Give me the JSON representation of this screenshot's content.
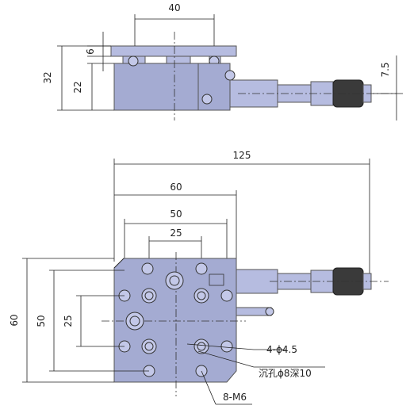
{
  "dimensions": {
    "top_width": "40",
    "plate_thickness": "6",
    "total_height": "32",
    "body_height": "22",
    "micrometer_offset": "7.5",
    "overall_length": "125",
    "base_width": "60",
    "hole_spacing_outer": "50",
    "hole_spacing_inner": "25",
    "base_depth": "60",
    "hole_spacing_vertical_outer": "50",
    "hole_spacing_vertical_inner": "25"
  },
  "notes": {
    "through_holes": "4-ϕ4.5",
    "counterbore": "沉孔ϕ8深10",
    "tapped_holes": "8-M6"
  },
  "colors": {
    "body": "#a4abd2",
    "knurl": "#3a3a3a"
  }
}
